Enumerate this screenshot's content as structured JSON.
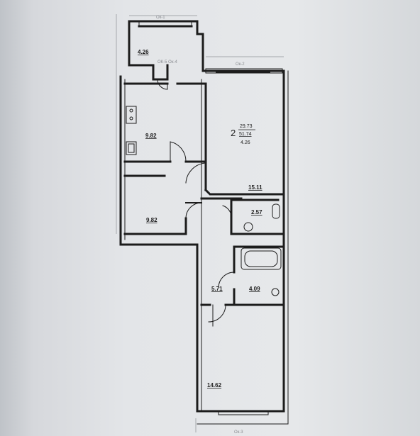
{
  "plan": {
    "rooms": [
      {
        "id": "loggia-top",
        "area": "4.26"
      },
      {
        "id": "kitchen",
        "area": "9.82"
      },
      {
        "id": "room-1",
        "area": "9.82"
      },
      {
        "id": "living-room",
        "area": "15.11"
      },
      {
        "id": "toilet",
        "area": "2.57"
      },
      {
        "id": "corridor",
        "area": "5.71"
      },
      {
        "id": "bathroom",
        "area": "4.09"
      },
      {
        "id": "bedroom",
        "area": "14.62"
      }
    ],
    "summary": {
      "rooms_count": "2",
      "total": "29.73",
      "living": "51.74",
      "loggia": "4.26"
    },
    "marks": {
      "window_top": "Ок-1",
      "window_loggia": "ОК-5 Ок-4",
      "window_living": "Ок-2",
      "window_bottom": "Ок-3"
    }
  }
}
